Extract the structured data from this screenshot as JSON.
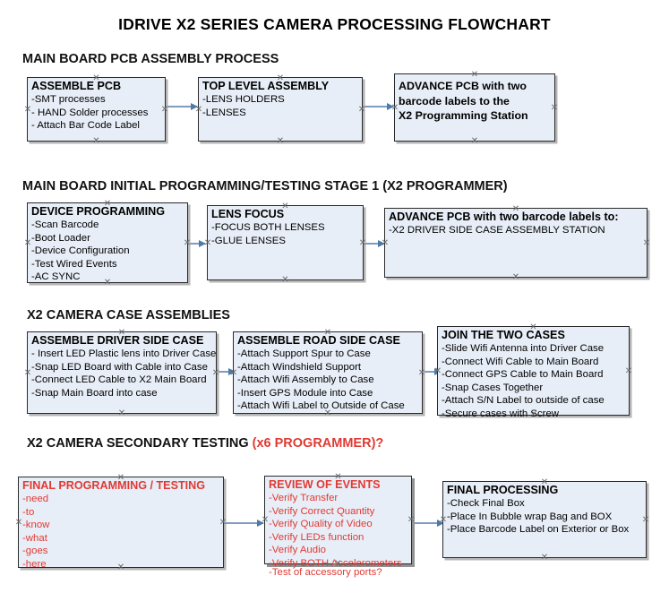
{
  "document": {
    "title": "IDRIVE X2  SERIES CAMERA PROCESSING FLOWCHART",
    "accent_red": "#e03a33",
    "box_fill": "#e8eef7",
    "box_border": "#2a2a2a",
    "arrow_color": "#7f9bc0"
  },
  "sections": [
    {
      "heading": "MAIN BOARD PCB ASSEMBLY PROCESS",
      "heading_accent": "",
      "boxes": [
        {
          "title": "ASSEMBLE PCB",
          "lines": [
            "-SMT processes",
            "- HAND Solder processes",
            "- Attach Bar Code Label"
          ],
          "bold_body": false,
          "red": false
        },
        {
          "title": "TOP LEVEL ASSEMBLY",
          "lines": [
            "-LENS HOLDERS",
            "-LENSES"
          ],
          "bold_body": false,
          "red": false
        },
        {
          "title": "ADVANCE PCB with two",
          "lines": [
            "barcode labels to the",
            " X2 Programming Station"
          ],
          "bold_body": true,
          "red": false
        }
      ]
    },
    {
      "heading": "MAIN BOARD INITIAL PROGRAMMING/TESTING STAGE 1 (X2 PROGRAMMER)",
      "heading_accent": "",
      "boxes": [
        {
          "title": "DEVICE PROGRAMMING",
          "lines": [
            "-Scan Barcode",
            "-Boot Loader",
            "-Device Configuration",
            "-Test Wired Events",
            "-AC SYNC"
          ],
          "bold_body": false,
          "red": false
        },
        {
          "title": "LENS FOCUS",
          "lines": [
            "-FOCUS BOTH LENSES",
            "-GLUE LENSES"
          ],
          "bold_body": false,
          "red": false
        },
        {
          "title": "ADVANCE PCB with two barcode labels to:",
          "lines": [
            "-X2 DRIVER  SIDE  CASE  ASSEMBLY STATION"
          ],
          "bold_body": false,
          "red": false
        }
      ]
    },
    {
      "heading": "X2 CAMERA CASE ASSEMBLIES",
      "heading_accent": "",
      "boxes": [
        {
          "title": "ASSEMBLE DRIVER SIDE CASE",
          "lines": [
            "- Insert LED Plastic lens into Driver Case",
            "-Snap LED Board with Cable into Case",
            "-Connect LED Cable to X2 Main Board",
            "-Snap Main Board into case"
          ],
          "bold_body": false,
          "red": false
        },
        {
          "title": "ASSEMBLE ROAD SIDE CASE",
          "lines": [
            "-Attach Support Spur to Case",
            "-Attach Windshield Support",
            "-Attach Wifi Assembly to Case",
            "-Insert GPS Module into Case",
            "-Attach Wifi Label to Outside of Case"
          ],
          "bold_body": false,
          "red": false
        },
        {
          "title": "JOIN THE TWO CASES",
          "lines": [
            "-Slide Wifi Antenna into Driver Case",
            "-Connect Wifi Cable to Main Board",
            "-Connect GPS Cable to Main Board",
            "-Snap Cases Together",
            "-Attach S/N Label to outside of case",
            "-Secure cases with Screw"
          ],
          "bold_body": false,
          "red": false
        }
      ]
    },
    {
      "heading": "X2 CAMERA SECONDARY TESTING ",
      "heading_accent": "(x6 PROGRAMMER)?",
      "boxes": [
        {
          "title": "FINAL PROGRAMMING / TESTING",
          "lines": [
            "-need",
            "-to",
            "-know",
            "-what",
            "-goes",
            "-here"
          ],
          "bold_body": false,
          "red": true
        },
        {
          "title": "REVIEW OF EVENTS",
          "lines": [
            "-Verify Transfer",
            "-Verify Correct Quantity",
            "-Verify Quality of Video",
            "-Verify LEDs function",
            "-Verify Audio",
            "-Verify BOTH Accelerometers"
          ],
          "overflow_line": "-Test of accessory ports?",
          "bold_body": false,
          "red": true
        },
        {
          "title": "FINAL PROCESSING",
          "lines": [
            " -Check Final Box",
            "-Place In Bubble wrap Bag and BOX",
            "-Place Barcode Label on Exterior or Box"
          ],
          "bold_body": false,
          "red": false
        }
      ]
    }
  ]
}
